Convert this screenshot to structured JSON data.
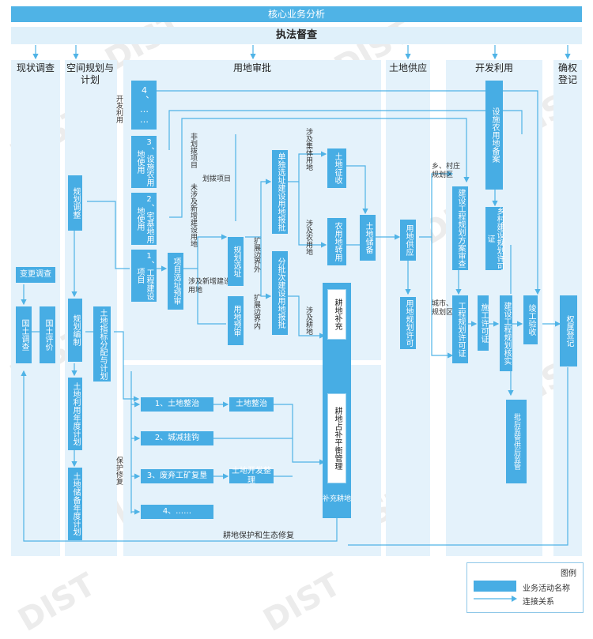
{
  "title": "核心业务分析",
  "supervision": "执法督查",
  "columns": {
    "status_survey": "现状调查",
    "spatial_planning": "空间规划与计划",
    "land_approval": "用地审批",
    "land_supply": "土地供应",
    "development": "开发利用",
    "registration": "确权登记"
  },
  "boxes": {
    "change_survey": "变更调查",
    "land_survey": "国土调查",
    "land_eval": "国土评价",
    "planning_adjust": "规划调整",
    "planning_compile": "规划编制",
    "annual_plan": "土地利用年度计划",
    "reserve_plan": "土地储备年度计划",
    "quota": "土地指标分配与计划",
    "item4": "4、……",
    "item3": "3、设施农用地使用",
    "item2": "2、宅基地用地使用",
    "item1": "1、工程建设项目",
    "preaudit": "项目选址预审",
    "planning_permit": "规划选址",
    "land_preaudit": "用地预审",
    "single_batch": "单独选址建设用地报批",
    "batch": "分批次建设用地报批",
    "land_acquire": "土地征收",
    "land_transfer": "农用地转用",
    "land_reserve": "土地储备",
    "supply_plan": "用地供应",
    "alloc": "用地规划许可",
    "farm_record": "设施农用地备案",
    "village_plan": "乡村建设规划许可证",
    "construction_plan": "建设工程规划方案审查",
    "eng_permit": "工程规划许可证",
    "build_permit": "施工许可证",
    "completion": "竣工验收",
    "reg": "权属登记",
    "inspect1": "批后监管",
    "inspect2": "供后监管",
    "build_verify": "建设工程规划核实",
    "farmland_comp": "耕地补充",
    "balance": "耕地占补平衡管理",
    "supplement": "补充耕地",
    "p1": "1、土地整治",
    "p1b": "土地整治",
    "p2": "2、城减挂钩",
    "p3": "3、废弃工矿复垦",
    "p3b": "土地开发整理",
    "p4": "4、……"
  },
  "labels": {
    "kaifa": "开发利用",
    "nonfarm": "非划拨项目",
    "huabo": "划拨项目",
    "new_build": "未涉及新增建设用地",
    "new_build2": "涉及新增建设用地",
    "outside": "扩展边界外",
    "inside": "扩展边界内",
    "collective": "涉及集体用地",
    "farmland_use": "涉及农用地",
    "cultivated": "涉及耕地",
    "village_area": "乡、村庄规划区",
    "town_area": "城市、镇规划区内",
    "protect": "保护修复",
    "bottom": "耕地保护和生态修复"
  },
  "legend": {
    "title": "图例",
    "business": "业务活动名称",
    "relation": "连接关系"
  },
  "watermark": "DIST",
  "colors": {
    "box": "#47ade4",
    "column": "#e4f2fb",
    "header": "#4fb3e6",
    "line": "#4fb3e6"
  }
}
